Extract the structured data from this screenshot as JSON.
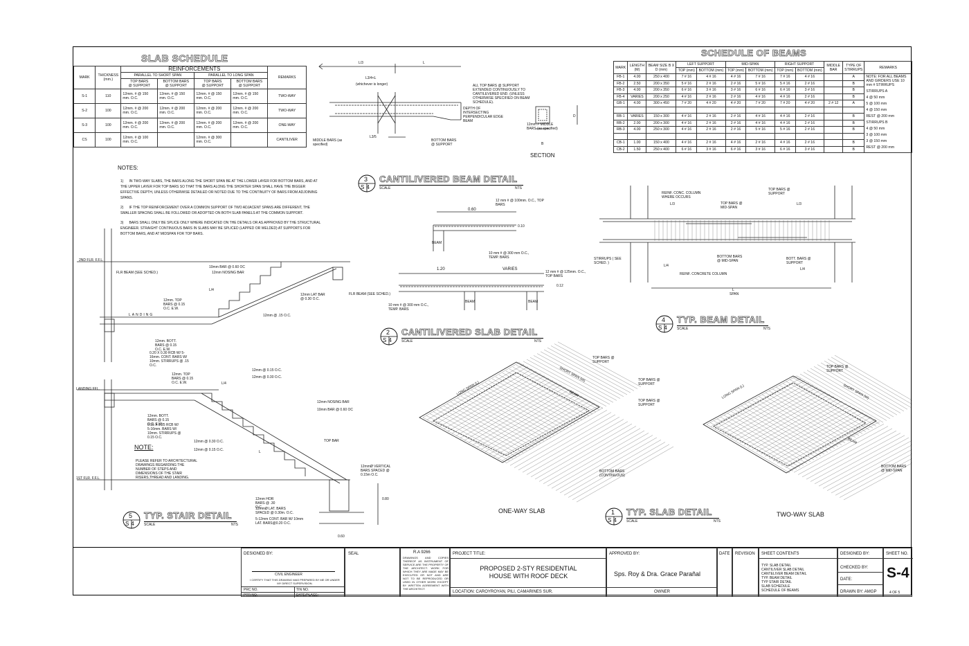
{
  "slab_schedule": {
    "title": "SLAB SCHEDULE",
    "head": {
      "mark": "MARK",
      "thickness": "THICKNESS (mm.)",
      "reinf": "REINFORCEMENTS",
      "short": "PARALLEL TO SHORT SPAN",
      "long": "PARALLEL TO LONG SPAN",
      "top_bars": "TOP BARS",
      "bottom_bars": "BOTTOM BARS",
      "at_support": "@ SUPPORT",
      "remarks": "REMARKS"
    },
    "rows": [
      {
        "mark": "S-1",
        "th": "110",
        "c1": "12mm. # @ 150 mm. O.C.",
        "c2": "12mm. # @ 150 mm. O.C.",
        "c3": "12mm. # @ 150 mm. O.C.",
        "c4": "12mm. # @ 150 mm. O.C.",
        "rem": "TWO-WAY"
      },
      {
        "mark": "S-2",
        "th": "100",
        "c1": "12mm. # @ 200 mm. O.C.",
        "c2": "12mm. # @ 200 mm. O.C.",
        "c3": "12mm. # @ 200 mm. O.C.",
        "c4": "12mm. # @ 200 mm. O.C.",
        "rem": "TWO-WAY"
      },
      {
        "mark": "S-3",
        "th": "100",
        "c1": "12mm. # @ 200 mm. O.C.",
        "c2": "12mm. # @ 200 mm. O.C.",
        "c3": "12mm. # @ 200 mm. O.C.",
        "c4": "12mm. # @ 200 mm. O.C.",
        "rem": "ONE-WAY"
      },
      {
        "mark": "CS",
        "th": "100",
        "c1": "12mm. # @ 100 mm. O.C.",
        "c2": "",
        "c3": "12mm. # @ 300 mm. O.C.",
        "c4": "",
        "rem": "CANTILIVER"
      }
    ]
  },
  "notes": {
    "heading": "NOTES:",
    "items": [
      {
        "n": "1)",
        "text": "IN TWO-WAY SLABS, THE BARS ALONG THE SHORT SPAN BE AT THE LOWER LAYER FOR BOTTOM BARS, AND AT THE UPPER LAYER FOR TOP BARS SO THAT THE BARS ALONG THE SHORTER SPAN SHALL HAVE THE BIGGER EFFECTIVE DEPTH, UNLESS OTHERWISE DETAILED OR NOTED DUE TO THE CONTINUITY OF BARS FROM ADJOINING SPANS."
      },
      {
        "n": "2)",
        "text": "IF THE TOP REINFORCEMENT OVER A COMMON SUPPORT OF TWO ADJACENT SPANS ARE DIFFERENT, THE SMALLER SPACING SHALL BE FOLLOWED OR ADOPTED ON BOTH SLAB PANELS AT THE COMMON SUPPORT."
      },
      {
        "n": "3)",
        "text": "BARS SHALL ONLY BE SPLICE ONLY WHERE INDICATED ON THE DETAILS OR AS APPROVED BY THE STRUCTURAL ENGINEER. STRAIGHT CONTINUOUS BARS IN SLABS MAY BE SPLICED (LAPPED OR WELDED) AT SUPPORTS FOR BOTTOM BARS, AND AT MIDSPAN FOR TOP BARS."
      }
    ]
  },
  "beam_schedule": {
    "title": "SCHEDULE OF BEAMS",
    "head": {
      "mark": "MARK",
      "length": "LENGTH (M)",
      "size": "BEAM SIZE B X D (mm)",
      "left": "LEFT SUPPORT",
      "mid": "MID-SPAN",
      "right": "RIGHT SUPPORT",
      "top": "TOP (mm)",
      "bottom": "BOTTOM (mm)",
      "middle": "MIDDLE BAR",
      "stirrups": "TYPE OF STIRRUPS",
      "remarks": "REMARKS"
    },
    "rows": [
      [
        "FB-1",
        "4.00",
        "250 x 400",
        "7 # 16",
        "4 # 16",
        "4 # 16",
        "7 # 16",
        "7 # 16",
        "4 # 16",
        "",
        "A"
      ],
      [
        "FB-2",
        "2.50",
        "200 x 350",
        "5 # 16",
        "2 # 16",
        "2 # 16",
        "5 # 16",
        "5 # 16",
        "2 # 16",
        "",
        "B"
      ],
      [
        "FB-3",
        "4.00",
        "200 x 350",
        "6 # 16",
        "3 # 16",
        "3 # 16",
        "6 # 16",
        "6 # 16",
        "3 # 16",
        "",
        "B"
      ],
      [
        "FB-4",
        "VARIES",
        "200 x 250",
        "4 # 16",
        "2 # 16",
        "2 # 16",
        "4 # 16",
        "4 # 16",
        "2 # 16",
        "",
        "B"
      ],
      [
        "GB-1",
        "4.00",
        "300 x 450",
        "7 # 20",
        "4 # 20",
        "4 # 20",
        "7 # 20",
        "7 # 20",
        "4 # 20",
        "2 # 12",
        "A"
      ],
      [
        "",
        "",
        "",
        "",
        "",
        "",
        "",
        "",
        "",
        "",
        ""
      ],
      [
        "RB-1",
        "VARIES",
        "150 x 300",
        "4 # 16",
        "2 # 16",
        "2 # 16",
        "4 # 16",
        "4 # 16",
        "2 # 16",
        "",
        "B"
      ],
      [
        "RB-2",
        "2.00",
        "200 x 300",
        "4 # 16",
        "2 # 16",
        "2 # 16",
        "4 # 16",
        "4 # 16",
        "2 # 16",
        "",
        "B"
      ],
      [
        "RB-3",
        "4.00",
        "250 x 300",
        "4 # 16",
        "2 # 16",
        "2 # 16",
        "5 # 16",
        "5 # 16",
        "2 # 16",
        "",
        "B"
      ],
      [
        "",
        "",
        "",
        "",
        "",
        "",
        "",
        "",
        "",
        "",
        ""
      ],
      [
        "CB-1",
        "1.00",
        "150 x 400",
        "4 # 16",
        "2 # 16",
        "4 # 16",
        "2 # 16",
        "4 # 16",
        "2 # 16",
        "",
        "B"
      ],
      [
        "CB-2",
        "1.50",
        "250 x 400",
        "6 # 16",
        "3 # 16",
        "6 # 16",
        "3 # 16",
        "6 # 16",
        "3 # 16",
        "",
        "B"
      ]
    ],
    "remarks_lines": [
      "NOTE: FOR ALL BEAMS AND GIRDERS USE 10 mm # STIRRUPS",
      "STIRRUPS A",
      "4 @ 50 mm",
      "5 @ 100 mm",
      "4 @ 150 mm",
      "REST @ 200 mm",
      "STIRRUPS B",
      "4 @ 50 mm",
      "3 @ 100 mm",
      "3 @ 150 mm",
      "REST @ 200 mm"
    ]
  },
  "details": {
    "d3": {
      "num": "3",
      "sheet": "S4",
      "title": "CANTILIVERED BEAM DETAIL",
      "scale": "SCALE",
      "nts": "NTS"
    },
    "d2": {
      "num": "2",
      "sheet": "S4",
      "title": "CANTILIVERED SLAB DETAIL",
      "scale": "SCALE",
      "nts": "NTS"
    },
    "d4": {
      "num": "4",
      "sheet": "S4",
      "title": "TYP. BEAM DETAIL",
      "scale": "SCALE",
      "nts": "NTS"
    },
    "d5": {
      "num": "5",
      "sheet": "S4",
      "title": "TYP. STAIR DETAIL",
      "scale": "SCALE",
      "nts": "NTS"
    },
    "d1": {
      "num": "1",
      "sheet": "S4",
      "title": "TYP. SLAB DETAIL",
      "scale": "SCALE",
      "nts": "NTS"
    }
  },
  "labels": {
    "cb_l3": "L/3",
    "cb_l": "L",
    "cb_l34": "L3/4<L",
    "cb_whichever": "(whichever is longer)",
    "cb_l35": "L3/5",
    "cb_topbars": "ALL TOP BARS @ SUPPORT EXTENDED CONTINUOUSLY TO CANTILEVERED END. (UNLESS OTHERWISE SPECIFIED ON BEAM SCHEDULE).",
    "cb_depth": "DEPTH OF INTERSECTING PERPENDICULAR EDGE BEAM",
    "cb_middle": "MIDDLE BARS (as specified)",
    "cb_bottom": "BOTTOM BARS @ SUPPORT",
    "cb_12mm": "12mm # MIDDLE BARS (as specified)",
    "cb_section": "SECTION",
    "cb_d": "D",
    "cb_b": "B",
    "cs_060": "0.60",
    "cs_120": "1.20",
    "cs_varies": "VARIES",
    "cs_top1": "12 mm # @ 100mm. O.C., TOP BARS",
    "cs_temp1": "10 mm # @ 300 mm O.C., TEMP. BARS",
    "cs_top2": "12 mm # @ 125mm. O.C., TOP BARS",
    "cs_temp2": "10 mm # @ 300 mm O.C., TEMP. BARS",
    "cs_beam": "BEAM",
    "cs_010": "0.10",
    "cs_012": "0.12",
    "bd_col": "REINF. CONC. COLUMN WHERE OCCURS",
    "bd_topmid": "TOP BARS @ MID-SPAN",
    "bd_topsup": "TOP BARS @ SUPPORT",
    "bd_l3a": "L/3",
    "bd_l3b": "L/3",
    "bd_stirrups": "STIRRUPS ( SEE SCHED. )",
    "bd_l4a": "L/4",
    "bd_l4b": "L/4",
    "bd_botmid": "BOTTOM BARS @ MID-SPAN",
    "bd_botsup": "BOTT. BARS @ SUPPORT",
    "bd_rcol": "REINF. CONCRETE COLUMN",
    "bd_l": "L",
    "bd_span": "SPAN",
    "st_2nd": "2ND FLR. F.F.L.",
    "st_landing_ffl": "LANDING FFL.",
    "st_1st": "1ST FLR. F.F.L.",
    "st_flrbeam": "FLR BEAM (SEE SCHED.)",
    "st_flrbeam2": "FLR BEAM (SEE SCHED.)",
    "st_10mm": "10mm BAR @ 0.60 OC",
    "st_nosing": "12mm NOSING BAR",
    "st_l4": "L/4",
    "st_lat": "12mm LAT BAR @ 0.30 O.C.",
    "st_top": "12mm. TOP BARS @ 0.15 O.C. E.W.",
    "st_landing": "LANDING",
    "st_12mm15": "12mm @ .15 O.C.",
    "st_bott": "12mm. BOTT. BARS @ 0.15 O.C. E.W.",
    "st_rcb": "0.20 X 0.30 RCB W/ 5-16mm. CONT. BARS W/ 10mm. STIRRUPS @ .15 O.C.",
    "st2_top": "12mm. TOP BARS @ 0.15 O.C. E.W.",
    "st2_12a": "12mm @ 0.15 O.C.",
    "st2_12b": "12mm @ 0.30 O.C.",
    "st2_nosing": "12mm NOSING BAR",
    "st2_10mm": "10mm BAR @ 0.60 OC",
    "st2_bott": "12mm. BOTT. BARS @ 0.15 O.C. E.W.",
    "st2_rcb": "0.15 X 0.25 RCB W/ 5-16mm. BARS W/ 10mm. STIRRUPS @ 0.15 O.C.",
    "st2_1230": "12mm @ 0.30 O.C.",
    "st2_1215": "12mm @ 0.15 O.C.",
    "st2_topbar": "TOP BAR",
    "st2_vert": "12mmØ VERTICAL BARS SPACED @ 0.15m O.C.",
    "st2_hor": "12mm HOR BARS @ .30 O.C.",
    "st2_lat": "12mmØ LAT. BARS SPACED @ 0.30m. O.C.",
    "st2_cont": "5-12mm CONT. BAR W/ 10mm LAT. BARS@0.20 O.C.",
    "st2_080": "0.80",
    "st2_060": "0.60",
    "st2_l4": "L/4",
    "st2_l": "L",
    "note_head": "NOTE:",
    "note_text": "PLEASE REFER TO ARCHITECTURAL DRAWINGS REGARDING THE NUMBER OF STEPS AND DIMENSIONS OF THE STAIR RISERS,THREAD AND LANDING.",
    "ow_long": "LONG SPAN (L)",
    "ow_short": "SHORT SPAN (W)",
    "ow_topsup": "TOP BARS @ SUPPORT",
    "ow_top2": "TOP BARS @ SUPPORT",
    "ow_top3": "TOP BARS @ SUPPORT",
    "ow_beam": "BEAM",
    "ow_bottom": "BOTTOM BARS (CONTINUOUS)",
    "ow_title": "ONE-WAY SLAB",
    "tw_long": "LONG SPAN (L)",
    "tw_short": "SHORT SPAN (W)",
    "tw_topsup": "TOP BARS @ SUPPORT",
    "tw_bottom": "BOTTOM BARS @ MID-SPAN",
    "tw_beam": "BEAM",
    "tw_title": "TWO-WAY SLAB"
  },
  "title_block": {
    "designed_by": "DESIGNED BY:",
    "civil": "CIVIL ENGINEER",
    "certify": "I CERTIFY THAT THIS DRAWING WAS PREPARED BY ME OR UNDER MY DIRECT SUPERVISION.",
    "prc": "PRC NO.",
    "tin": "TIN NO.",
    "ptr": "PTR NO.",
    "date_place": "DATE/PLACE:",
    "seal": "SEAL",
    "ra": "R.A 9266",
    "ra_text": "DRAWINGS AND COPIES THEREOF AS INSTRUMENT OF SERVICE ARE THE PROPERTY OF THE ARCHITECT. WORK FOR WHICH THEY ARE MADE MAY BE EXECUTED OR NOT AND ARE NOT TO BE REPRODUCED OR USED IN OTHER WORK EXCEPT BY WRITTEN AGREEMENT WITH THE ARCHITECT.",
    "project_title_lbl": "PROJECT TITLE:",
    "project_title": "PROPOSED 2-STY RESIDENTIAL HOUSE WITH ROOF DECK",
    "location": "LOCATION:  CAROYROYAN, PILI, CAMARINES SUR.",
    "approved_by": "APPROVED BY:",
    "owner_name": "Sps. Roy & Dra. Grace Parañal",
    "owner": "OWNER",
    "date": "DATE",
    "revision": "REVISION",
    "sheet_contents": "SHEET CONTENTS",
    "contents": [
      "TYP. SLAB DETAIL",
      "CANTILIVER SLAB DETAIL",
      "CANTELIVER BEAM DETAIL",
      "TYP. BEAM DETAIL",
      "TYP STAIR DETAIL",
      "SLAB SCHEDULE",
      "SCHEDULE OF BEAMS"
    ],
    "designed_by2": "DESIGNED BY:",
    "checked_by": "CHECKED BY:",
    "date2": "DATE:",
    "drawn_by": "DRAWN BY: AMGP",
    "sheet_no_lbl": "SHEET NO.",
    "sheet_no": "S-4",
    "sheet_of": "4  OF  5"
  }
}
